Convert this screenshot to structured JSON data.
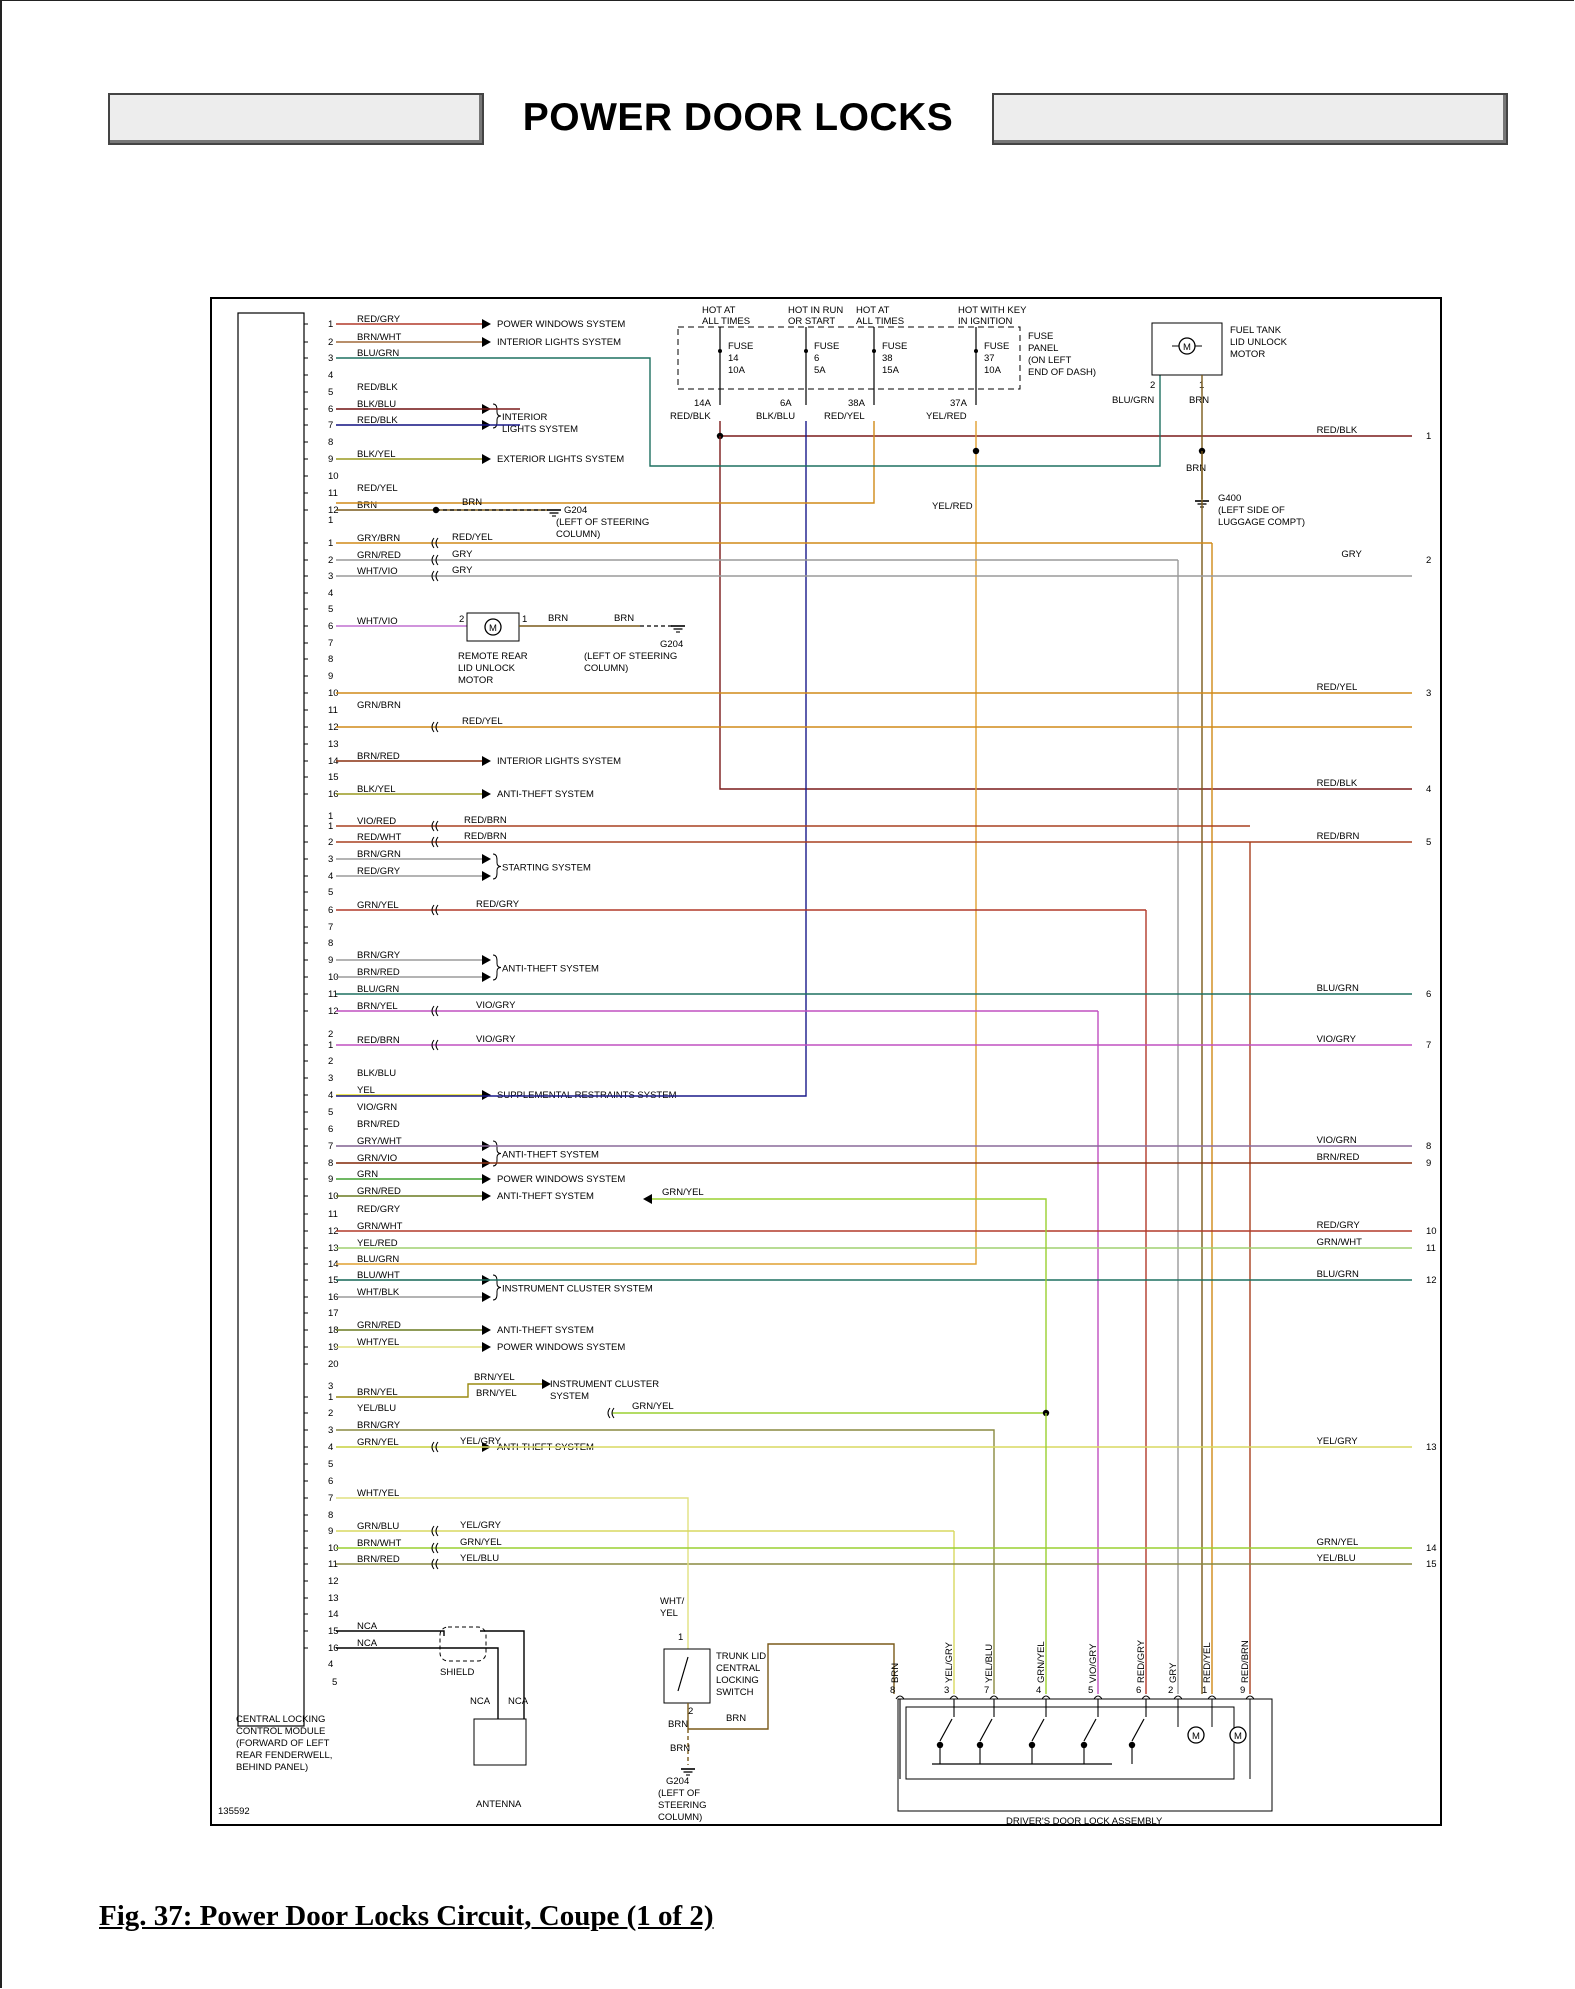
{
  "page": {
    "title": "POWER DOOR LOCKS",
    "caption": "Fig. 37: Power Door Locks Circuit, Coupe (1 of 2)",
    "figure_id": "135592"
  },
  "module": {
    "label_lines": [
      "CENTRAL LOCKING",
      "CONTROL MODULE",
      "(FORWARD OF LEFT",
      "REAR FENDERWELL,",
      "BEHIND PANEL)"
    ]
  },
  "colors": {
    "RED/GRY": "#b23a2a",
    "BRN/WHT": "#a06a3a",
    "BLU/GRN": "#1e7060",
    "RED/BLK": "#7a1a1a",
    "BLK/BLU": "#1a1a8a",
    "BLK/YEL": "#9a9a20",
    "RED/YEL": "#d08a18",
    "BRN": "#7a5a1a",
    "GRY/BRN": "#8a7a5a",
    "GRN/RED": "#6a7a20",
    "WHT/VIO": "#c070d0",
    "GRN/BRN": "#6a8a30",
    "BRN/RED": "#8a3010",
    "VIO/RED": "#a03050",
    "RED/WHT": "#d05050",
    "BRN/GRN": "#6a6a2a",
    "GRN/YEL": "#9ad030",
    "BRN/GRY": "#7a6a5a",
    "BRN/YEL": "#9a8a10",
    "RED/BRN": "#a84020",
    "BLK/BLU2": "#1a1a8a",
    "YEL": "#e8e020",
    "VIO/GRN": "#8a6a9a",
    "GRY/WHT": "#a0a0a0",
    "GRN/VIO": "#6a8a7a",
    "GRN": "#40a030",
    "GRN/WHT": "#a0d070",
    "YEL/RED": "#e0a030",
    "BLU/WHT": "#5070b0",
    "WHT/BLK": "#404080",
    "WHT/YEL": "#e0e080",
    "YEL/BLU": "#8a8a40",
    "YEL/GRY": "#d8d860",
    "GRN/BLU": "#3a8a6a",
    "NCA": "#000000",
    "GRY": "#9a9a9a",
    "VIO/GRY": "#c050c0",
    "BLK/YEL2": "#9a9a20",
    "BRN/BRN": "#7a5a1a"
  },
  "connectors": [
    {
      "num": "1",
      "pins": [
        {
          "pin": "1",
          "wire": "RED/GRY",
          "dest": "POWER WINDOWS SYSTEM",
          "arrow": true
        },
        {
          "pin": "2",
          "wire": "BRN/WHT",
          "dest": "INTERIOR LIGHTS SYSTEM",
          "arrow": true
        },
        {
          "pin": "3",
          "wire": "BLU/GRN",
          "dest": "",
          "arrow": false
        },
        {
          "pin": "4",
          "wire": "",
          "dest": "",
          "arrow": false
        },
        {
          "pin": "5",
          "wire": "RED/BLK",
          "dest": "",
          "arrow": false
        },
        {
          "pin": "6",
          "wire": "BLK/BLU",
          "dest": "",
          "arrow": false
        },
        {
          "pin": "7",
          "wire": "RED/BLK",
          "dest": "",
          "arrow": false
        },
        {
          "pin": "8",
          "wire": "",
          "dest": "",
          "arrow": false
        },
        {
          "pin": "9",
          "wire": "BLK/YEL",
          "dest": "EXTERIOR LIGHTS SYSTEM",
          "arrow": true
        },
        {
          "pin": "10",
          "wire": "",
          "dest": "",
          "arrow": false
        },
        {
          "pin": "11",
          "wire": "RED/YEL",
          "dest": "",
          "arrow": false
        },
        {
          "pin": "12",
          "wire": "BRN",
          "dest": "",
          "arrow": false
        }
      ]
    },
    {
      "num": "1",
      "pins": [
        {
          "pin": "1",
          "wire": "GRY/BRN",
          "dest": "",
          "arrow": false
        },
        {
          "pin": "2",
          "wire": "GRN/RED",
          "dest": "",
          "arrow": false
        },
        {
          "pin": "3",
          "wire": "WHT/VIO",
          "dest": "",
          "arrow": false
        },
        {
          "pin": "4",
          "wire": "",
          "dest": "",
          "arrow": false
        },
        {
          "pin": "5",
          "wire": "",
          "dest": "",
          "arrow": false
        },
        {
          "pin": "6",
          "wire": "WHT/VIO",
          "dest": "",
          "arrow": false
        },
        {
          "pin": "7",
          "wire": "",
          "dest": "",
          "arrow": false
        },
        {
          "pin": "8",
          "wire": "",
          "dest": "",
          "arrow": false
        },
        {
          "pin": "9",
          "wire": "",
          "dest": "",
          "arrow": false
        },
        {
          "pin": "10",
          "wire": "",
          "dest": "",
          "arrow": false
        },
        {
          "pin": "11",
          "wire": "GRN/BRN",
          "dest": "",
          "arrow": false
        },
        {
          "pin": "12",
          "wire": "",
          "dest": "",
          "arrow": false
        },
        {
          "pin": "13",
          "wire": "",
          "dest": "",
          "arrow": false
        },
        {
          "pin": "14",
          "wire": "BRN/RED",
          "dest": "INTERIOR LIGHTS SYSTEM",
          "arrow": true
        },
        {
          "pin": "15",
          "wire": "",
          "dest": "",
          "arrow": false
        },
        {
          "pin": "16",
          "wire": "BLK/YEL",
          "dest": "ANTI-THEFT SYSTEM",
          "arrow": true
        }
      ]
    },
    {
      "num": "2",
      "pins": [
        {
          "pin": "1",
          "wire": "VIO/RED",
          "dest": "",
          "arrow": false
        },
        {
          "pin": "2",
          "wire": "RED/WHT",
          "dest": "",
          "arrow": false
        },
        {
          "pin": "3",
          "wire": "BRN/GRN",
          "dest": "",
          "arrow": false
        },
        {
          "pin": "4",
          "wire": "RED/GRY",
          "dest": "",
          "arrow": false
        },
        {
          "pin": "5",
          "wire": "",
          "dest": "",
          "arrow": false
        },
        {
          "pin": "6",
          "wire": "GRN/YEL",
          "dest": "",
          "arrow": false
        },
        {
          "pin": "7",
          "wire": "",
          "dest": "",
          "arrow": false
        },
        {
          "pin": "8",
          "wire": "",
          "dest": "",
          "arrow": false
        },
        {
          "pin": "9",
          "wire": "BRN/GRY",
          "dest": "",
          "arrow": false
        },
        {
          "pin": "10",
          "wire": "BRN/RED",
          "dest": "",
          "arrow": false
        },
        {
          "pin": "11",
          "wire": "BLU/GRN",
          "dest": "",
          "arrow": false
        },
        {
          "pin": "12",
          "wire": "BRN/YEL",
          "dest": "",
          "arrow": false
        }
      ]
    },
    {
      "num": "3",
      "pins": [
        {
          "pin": "1",
          "wire": "RED/BRN",
          "dest": "",
          "arrow": false
        },
        {
          "pin": "2",
          "wire": "",
          "dest": "",
          "arrow": false
        },
        {
          "pin": "3",
          "wire": "BLK/BLU",
          "dest": "",
          "arrow": false
        },
        {
          "pin": "4",
          "wire": "YEL",
          "dest": "SUPPLEMENTAL RESTRAINTS SYSTEM",
          "arrow": true
        },
        {
          "pin": "5",
          "wire": "VIO/GRN",
          "dest": "",
          "arrow": false
        },
        {
          "pin": "6",
          "wire": "BRN/RED",
          "dest": "",
          "arrow": false
        },
        {
          "pin": "7",
          "wire": "GRY/WHT",
          "dest": "",
          "arrow": false
        },
        {
          "pin": "8",
          "wire": "GRN/VIO",
          "dest": "",
          "arrow": false
        },
        {
          "pin": "9",
          "wire": "GRN",
          "dest": "POWER WINDOWS SYSTEM",
          "arrow": true
        },
        {
          "pin": "10",
          "wire": "GRN/RED",
          "dest": "ANTI-THEFT SYSTEM",
          "arrow": true
        },
        {
          "pin": "11",
          "wire": "RED/GRY",
          "dest": "",
          "arrow": false
        },
        {
          "pin": "12",
          "wire": "GRN/WHT",
          "dest": "",
          "arrow": false
        },
        {
          "pin": "13",
          "wire": "YEL/RED",
          "dest": "",
          "arrow": false
        },
        {
          "pin": "14",
          "wire": "BLU/GRN",
          "dest": "",
          "arrow": false
        },
        {
          "pin": "15",
          "wire": "BLU/WHT",
          "dest": "",
          "arrow": false
        },
        {
          "pin": "16",
          "wire": "WHT/BLK",
          "dest": "",
          "arrow": false
        },
        {
          "pin": "17",
          "wire": "",
          "dest": "",
          "arrow": false
        },
        {
          "pin": "18",
          "wire": "GRN/RED",
          "dest": "ANTI-THEFT SYSTEM",
          "arrow": true
        },
        {
          "pin": "19",
          "wire": "WHT/YEL",
          "dest": "POWER WINDOWS SYSTEM",
          "arrow": true
        },
        {
          "pin": "20",
          "wire": "",
          "dest": "",
          "arrow": false
        }
      ]
    },
    {
      "num": "4",
      "pins": [
        {
          "pin": "1",
          "wire": "BRN/YEL",
          "dest": "",
          "arrow": false
        },
        {
          "pin": "2",
          "wire": "YEL/BLU",
          "dest": "",
          "arrow": false
        },
        {
          "pin": "3",
          "wire": "BRN/GRY",
          "dest": "",
          "arrow": false
        },
        {
          "pin": "4",
          "wire": "GRN/YEL",
          "dest": "ANTI-THEFT SYSTEM",
          "arrow": true
        },
        {
          "pin": "5",
          "wire": "",
          "dest": "",
          "arrow": false
        },
        {
          "pin": "6",
          "wire": "",
          "dest": "",
          "arrow": false
        },
        {
          "pin": "7",
          "wire": "WHT/YEL",
          "dest": "",
          "arrow": false
        },
        {
          "pin": "8",
          "wire": "",
          "dest": "",
          "arrow": false
        },
        {
          "pin": "9",
          "wire": "GRN/BLU",
          "dest": "",
          "arrow": false
        },
        {
          "pin": "10",
          "wire": "BRN/WHT",
          "dest": "",
          "arrow": false
        },
        {
          "pin": "11",
          "wire": "BRN/RED",
          "dest": "",
          "arrow": false
        },
        {
          "pin": "12",
          "wire": "",
          "dest": "",
          "arrow": false
        },
        {
          "pin": "13",
          "wire": "",
          "dest": "",
          "arrow": false
        },
        {
          "pin": "14",
          "wire": "",
          "dest": "",
          "arrow": false
        },
        {
          "pin": "15",
          "wire": "NCA",
          "dest": "",
          "arrow": false
        },
        {
          "pin": "16",
          "wire": "NCA",
          "dest": "",
          "arrow": false
        }
      ]
    },
    {
      "num": "5",
      "pins": []
    }
  ],
  "group_labels": [
    {
      "text": "INTERIOR",
      "text2": "LIGHTS SYSTEM",
      "conn": 0,
      "pins": [
        5,
        6
      ]
    },
    {
      "text": "STARTING SYSTEM",
      "text2": "",
      "conn": 2,
      "pins": [
        2,
        3
      ]
    },
    {
      "text": "ANTI-THEFT SYSTEM",
      "text2": "",
      "conn": 2,
      "pins": [
        8,
        9
      ]
    },
    {
      "text": "ANTI-THEFT SYSTEM",
      "text2": "",
      "conn": 3,
      "pins": [
        6,
        7
      ]
    },
    {
      "text": "INSTRUMENT CLUSTER SYSTEM",
      "text2": "",
      "conn": 3,
      "pins": [
        14,
        15
      ]
    }
  ],
  "fuses": [
    {
      "hot": [
        "HOT AT",
        "ALL TIMES"
      ],
      "fuse": [
        "FUSE",
        "14",
        "10A"
      ],
      "pin": "14A",
      "wire": "RED/BLK"
    },
    {
      "hot": [
        "HOT IN RUN",
        "OR START"
      ],
      "fuse": [
        "FUSE",
        "6",
        "5A"
      ],
      "pin": "6A",
      "wire": "BLK/BLU"
    },
    {
      "hot": [
        "HOT AT",
        "ALL TIMES"
      ],
      "fuse": [
        "FUSE",
        "38",
        "15A"
      ],
      "pin": "38A",
      "wire": "RED/YEL"
    },
    {
      "hot": [
        "HOT WITH KEY",
        "IN IGNITION"
      ],
      "fuse": [
        "FUSE",
        "37",
        "10A"
      ],
      "pin": "37A",
      "wire": "YEL/RED"
    }
  ],
  "fuse_panel": [
    "FUSE",
    "PANEL",
    "(ON LEFT",
    "END OF DASH)"
  ],
  "fuel_motor": {
    "label": [
      "FUEL TANK",
      "LID UNLOCK",
      "MOTOR"
    ],
    "pin_left": "2",
    "pin_right": "1",
    "wire_left": "BLU/GRN",
    "wire_right": "BRN",
    "ground": "G400",
    "ground_desc": [
      "(LEFT SIDE OF",
      "LUGGAGE COMPT)"
    ],
    "ground_wire": "BRN"
  },
  "rear_motor": {
    "label": [
      "REMOTE REAR",
      "LID UNLOCK",
      "MOTOR"
    ],
    "pin_left": "2",
    "pin_right": "1",
    "wire1": "BRN",
    "wire2": "BRN",
    "ground": "G204",
    "ground_desc": [
      "(LEFT OF STEERING",
      "COLUMN)"
    ]
  },
  "g204_top": {
    "wire": "BRN",
    "ground": "G204",
    "desc": [
      "(LEFT OF STEERING",
      "COLUMN)"
    ]
  },
  "wire_labels_mid": {
    "c1_1": "RED/YEL",
    "c1_2": "GRY",
    "c1_3": "GRY",
    "c1_11": "RED/YEL",
    "c2_1": "RED/BRN",
    "c2_2": "RED/BRN",
    "c2_6": "RED/GRY",
    "c2_12": "VIO/GRY",
    "c3_1": "VIO/GRY",
    "yel_red": "YEL/RED",
    "grn_yel_in": "GRN/YEL",
    "c4_1a": "BRN/YEL",
    "c4_1b": "BRN/YEL",
    "c4_1c": "GRN/YEL",
    "c4_3": "YEL/GRY",
    "c4_9": "YEL/GRY",
    "c4_10": "GRN/YEL",
    "c4_11": "YEL/BLU",
    "instrument": [
      "INSTRUMENT CLUSTER",
      "SYSTEM"
    ],
    "brn_g400": "BRN"
  },
  "right_labels": [
    {
      "wire": "RED/BLK",
      "num": "1"
    },
    {
      "wire": "GRY",
      "num": "2"
    },
    {
      "wire": "RED/YEL",
      "num": "3"
    },
    {
      "wire": "RED/BLK",
      "num": "4"
    },
    {
      "wire": "RED/BRN",
      "num": "5"
    },
    {
      "wire": "BLU/GRN",
      "num": "6"
    },
    {
      "wire": "VIO/GRY",
      "num": "7"
    },
    {
      "wire": "VIO/GRN",
      "num": "8"
    },
    {
      "wire": "BRN/RED",
      "num": "9"
    },
    {
      "wire": "RED/GRY",
      "num": "10"
    },
    {
      "wire": "GRN/WHT",
      "num": "11"
    },
    {
      "wire": "BLU/GRN",
      "num": "12"
    },
    {
      "wire": "YEL/GRY",
      "num": "13"
    },
    {
      "wire": "GRN/YEL",
      "num": "14"
    },
    {
      "wire": "YEL/BLU",
      "num": "15"
    }
  ],
  "trunk_switch": {
    "label": [
      "TRUNK LID",
      "CENTRAL",
      "LOCKING",
      "SWITCH"
    ],
    "wire_top": [
      "WHT/",
      "YEL"
    ],
    "pin_top": "1",
    "pin_bottom": "2",
    "wire_bottom": "BRN",
    "wire_right": "BRN",
    "wire_ground": "BRN",
    "ground": "G204",
    "ground_desc": [
      "(LEFT OF",
      "STEERING",
      "COLUMN)"
    ]
  },
  "antenna": {
    "label": "ANTENNA",
    "wire1": "NCA",
    "wire2": "NCA",
    "shield": "SHIELD"
  },
  "door_assembly": {
    "label": "DRIVER'S DOOR LOCK ASSEMBLY",
    "pins": [
      {
        "pin": "8",
        "wire": "BRN"
      },
      {
        "pin": "3",
        "wire": "YEL/GRY"
      },
      {
        "pin": "7",
        "wire": "YEL/BLU"
      },
      {
        "pin": "4",
        "wire": "GRN/YEL"
      },
      {
        "pin": "5",
        "wire": "VIO/GRY"
      },
      {
        "pin": "6",
        "wire": "RED/GRY"
      },
      {
        "pin": "2",
        "wire": "GRY"
      },
      {
        "pin": "1",
        "wire": "RED/YEL"
      },
      {
        "pin": "9",
        "wire": "RED/BRN"
      }
    ]
  }
}
